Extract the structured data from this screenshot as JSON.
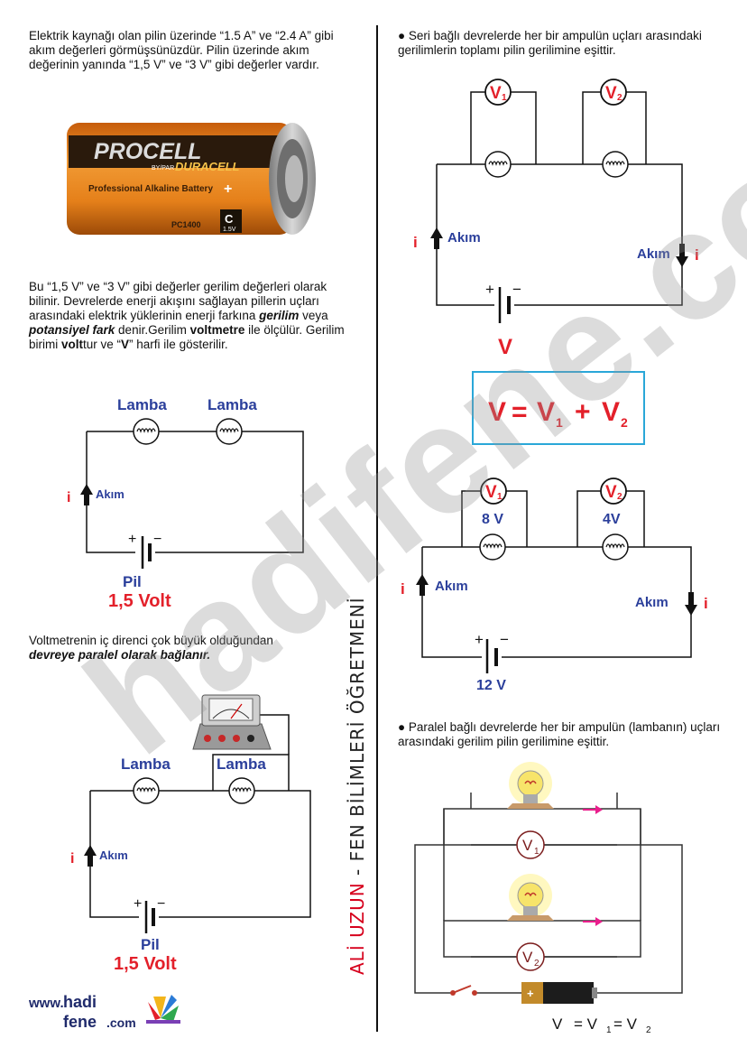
{
  "left": {
    "intro_text": "Elektrik kaynağı olan pilin üzerinde “1.5 A” ve “2.4 A” gibi akım değerleri görmüşsünüzdür. Pilin üzerinde akım değerinin yanında “1,5 V” ve “3 V” gibi değerler vardır.",
    "battery": {
      "brand1": "PROCELL",
      "brand2": "DURACELL",
      "bypre": "BY/PAR",
      "caption": "Professional Alkaline Battery",
      "model": "PC1400",
      "size": "C",
      "voltage": "1.5V"
    },
    "voltage_para": {
      "p1": "Bu “1,5 V” ve “3 V” gibi değerler gerilim değerleri olarak bilinir. Devrelerde enerji akışını sağlayan pillerin uçları arasındaki elektrik yüklerinin enerji farkına ",
      "gerilim": "gerilim",
      "p2": "  veya ",
      "potansiyel": "potansiyel fark",
      "p3": " denir.Gerilim ",
      "voltmetre": "voltmetre",
      "p4": " ile ölçülür. Gerilim birimi ",
      "volt": "volt",
      "p5": "tur ve “",
      "vletter": "V",
      "p6": "” harfi ile gösterilir."
    },
    "circuit1": {
      "lamp1": "Lamba",
      "lamp2": "Lamba",
      "current_symbol": "i",
      "current_label": "Akım",
      "plus": "+",
      "minus": "−",
      "battery_label": "Pil",
      "battery_value": "1,5 Volt"
    },
    "voltmeter_para": {
      "p1": "Voltmetrenin iç direnci çok büyük olduğundan",
      "p2": "devreye paralel olarak bağlanır."
    },
    "circuit2": {
      "lamp1": "Lamba",
      "lamp2": "Lamba",
      "current_symbol": "i",
      "current_label": "Akım",
      "plus": "+",
      "minus": "−",
      "battery_label": "Pil",
      "battery_value": "1,5 Volt"
    },
    "logo": {
      "www": "www.",
      "hadi": "hadi",
      "fene": "fene",
      "com": ".com"
    }
  },
  "vertical_author": {
    "name": "ALİ UZUN",
    "sep": " - ",
    "title": "FEN BİLİMLERİ ÖĞRETMENİ"
  },
  "right": {
    "series_text": "● Seri bağlı devrelerde her bir ampulün uçları arasındaki gerilimlerin toplamı pilin gerilimine eşittir.",
    "circuit3": {
      "v1": "V",
      "v1_sub": "1",
      "v2": "V",
      "v2_sub": "2",
      "current_symbol_left": "i",
      "current_label_left": "Akım",
      "current_label_right": "Akım",
      "current_symbol_right": "i",
      "plus": "+",
      "minus": "−",
      "battery_label": "V"
    },
    "formula": {
      "v": "V",
      "eq": "=",
      "v1": "V",
      "v1_sub": "1",
      "plus": "+",
      "v2": "V",
      "v2_sub": "2"
    },
    "circuit4": {
      "v1": "V",
      "v1_sub": "1",
      "v2": "V",
      "v2_sub": "2",
      "v1_value": "8 V",
      "v2_value": "4V",
      "current_symbol_left": "i",
      "current_label_left": "Akım",
      "current_label_right": "Akım",
      "current_symbol_right": "i",
      "plus": "+",
      "minus": "−",
      "battery_value": "12 V"
    },
    "parallel_text": "● Paralel bağlı devrelerde her bir ampulün (lambanın) uçları arasındaki gerilim pilin gerilimine eşittir.",
    "circuit5": {
      "v1": "V",
      "v1_sub": "1",
      "v2": "V",
      "v2_sub": "2",
      "battery_plus": "+",
      "formula_v": "V",
      "formula_eq1": "= V",
      "formula_sub1": "1",
      "formula_eq2": "= V",
      "formula_sub2": "2"
    }
  },
  "watermark": "hadifene.com",
  "colors": {
    "blue_label": "#2b3f9b",
    "red_label": "#e3202a",
    "cyan_box": "#2aa7d8",
    "battery_orange": "#e9821e"
  }
}
